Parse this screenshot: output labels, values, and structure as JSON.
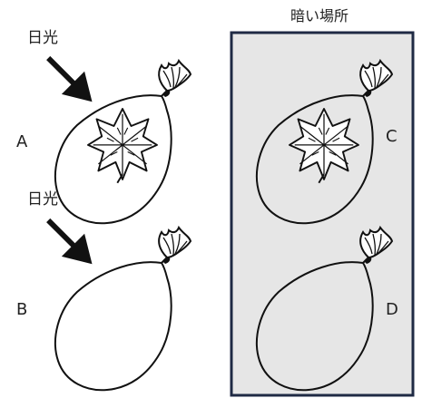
{
  "dark_place": {
    "title": "暗い場所",
    "fill": "#e6e6e6",
    "border": "#1f2a44"
  },
  "sunlight": {
    "label_top": "日光",
    "label_bottom": "日光"
  },
  "bags": {
    "A": {
      "label": "A",
      "contains": "leaf",
      "sunlight": true
    },
    "B": {
      "label": "B",
      "contains": "none",
      "sunlight": true
    },
    "C": {
      "label": "C",
      "contains": "leaf",
      "sunlight": false
    },
    "D": {
      "label": "D",
      "contains": "none",
      "sunlight": false
    }
  }
}
